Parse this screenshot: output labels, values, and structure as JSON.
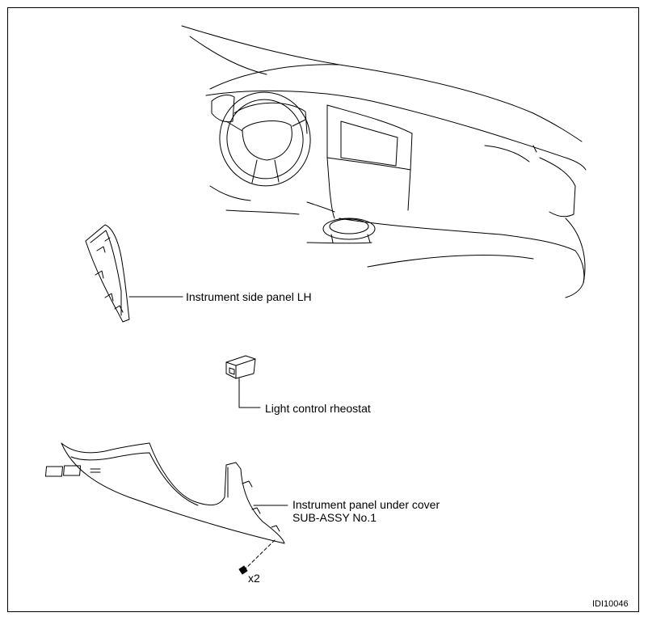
{
  "labels": {
    "side_panel": "Instrument side panel LH",
    "rheostat": "Light control rheostat",
    "under_cover_line1": "Instrument panel under cover",
    "under_cover_line2": "SUB-ASSY No.1",
    "screw_qty": "x2"
  },
  "figure_id": "IDI10046",
  "colors": {
    "line": "#000000",
    "background": "#ffffff"
  }
}
